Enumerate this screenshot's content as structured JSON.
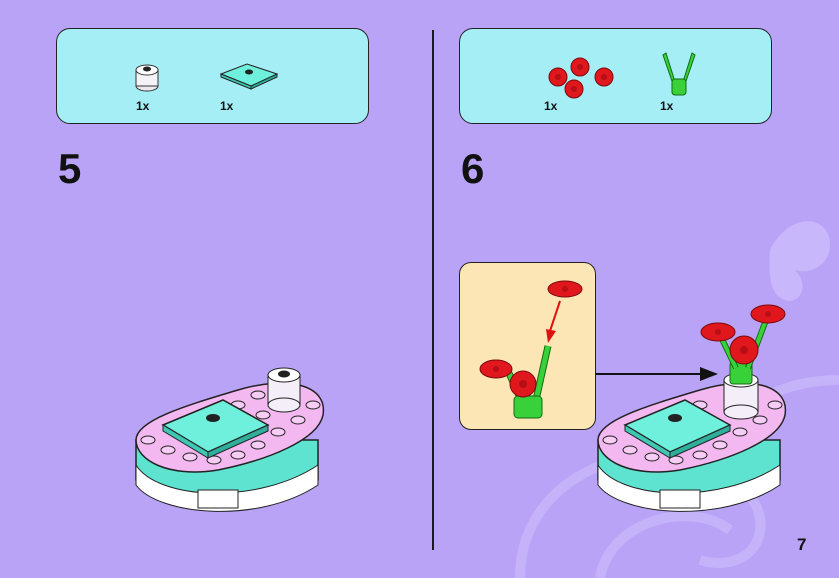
{
  "steps": [
    {
      "number": "5",
      "parts": [
        {
          "qty": "1x",
          "icon": "white-round-brick-icon"
        },
        {
          "qty": "1x",
          "icon": "turquoise-plate-icon"
        }
      ]
    },
    {
      "number": "6",
      "parts": [
        {
          "qty": "1x",
          "icon": "red-flowers-icon"
        },
        {
          "qty": "1x",
          "icon": "green-stems-icon"
        }
      ]
    }
  ],
  "page_number": "7",
  "colors": {
    "background": "#b9a3f7",
    "parts_box": "#a6eef6",
    "callout": "#fde6b5",
    "lavender_brick": "#f4b8f1",
    "turquoise_brick": "#5ee3d0",
    "flower_red": "#e0171d",
    "stem_green": "#39d13a",
    "arrow_red": "#e01010"
  }
}
